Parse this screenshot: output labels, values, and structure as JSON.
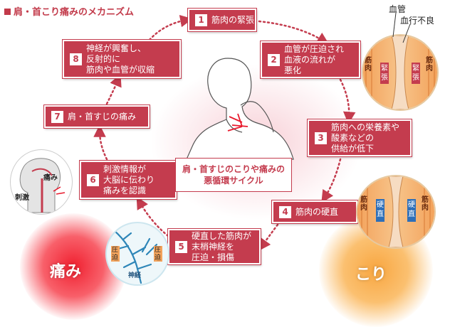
{
  "title": "肩・首こり痛みのメカニズム",
  "center_label": {
    "line1": "肩・首すじのこりや痛みの",
    "line2": "悪循環サイクル"
  },
  "steps": [
    {
      "num": "1",
      "text": "筋肉の緊張"
    },
    {
      "num": "2",
      "text": "血管が圧迫され\n血液の流れが\n悪化"
    },
    {
      "num": "3",
      "text": "筋肉への栄養素や\n酸素などの\n供給が低下"
    },
    {
      "num": "4",
      "text": "筋肉の硬直"
    },
    {
      "num": "5",
      "text": "硬直した筋肉が\n末梢神経を\n圧迫・損傷"
    },
    {
      "num": "6",
      "text": "刺激情報が\n大脳に伝わり\n痛みを認識"
    },
    {
      "num": "7",
      "text": "肩・首すじの痛み"
    },
    {
      "num": "8",
      "text": "神経が興奮し、\n反射的に\n筋肉や血管が収縮"
    }
  ],
  "pain_label": "痛み",
  "kori_label": "こり",
  "vessel_top": {
    "label_vessel": "血管",
    "label_poor_flow": "血行不良",
    "muscle": "筋肉",
    "state": "緊張"
  },
  "vessel_mid": {
    "muscle": "筋肉",
    "state": "硬直"
  },
  "nerve": {
    "press": "圧迫",
    "label": "神経"
  },
  "brain": {
    "pain": "痛み",
    "stimulus": "刺激"
  },
  "colors": {
    "accent": "#c43c4e",
    "pain": "#f02030",
    "kori": "#f8a640",
    "tension_tag": "#c43c4e",
    "stiff_tag": "#2e6fb8"
  }
}
